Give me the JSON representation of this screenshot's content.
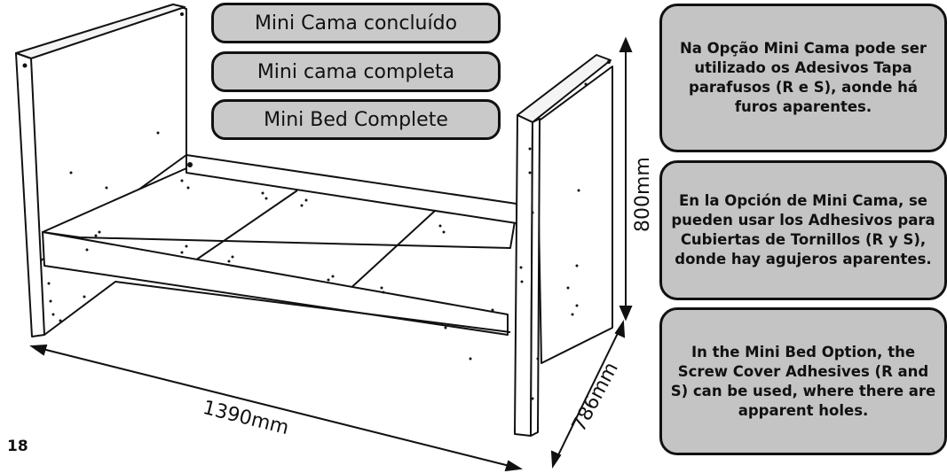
{
  "titles": {
    "pt": "Mini Cama concluído",
    "es": "Mini cama completa",
    "en": "Mini Bed Complete"
  },
  "notes": {
    "pt": "Na Opção Mini Cama pode ser utilizado os Adesivos Tapa parafusos (R e S), aonde há furos aparentes.",
    "es": "En la Opción de Mini Cama, se pueden usar los Adhesivos para Cubiertas de Tornillos (R y S), donde hay agujeros aparentes.",
    "en": "In the Mini Bed Option, the Screw Cover Adhesives (R and S) can be used, where there are apparent holes."
  },
  "dimensions": {
    "length": "1390mm",
    "depth": "786mm",
    "height": "800mm"
  },
  "page_number": "18"
}
